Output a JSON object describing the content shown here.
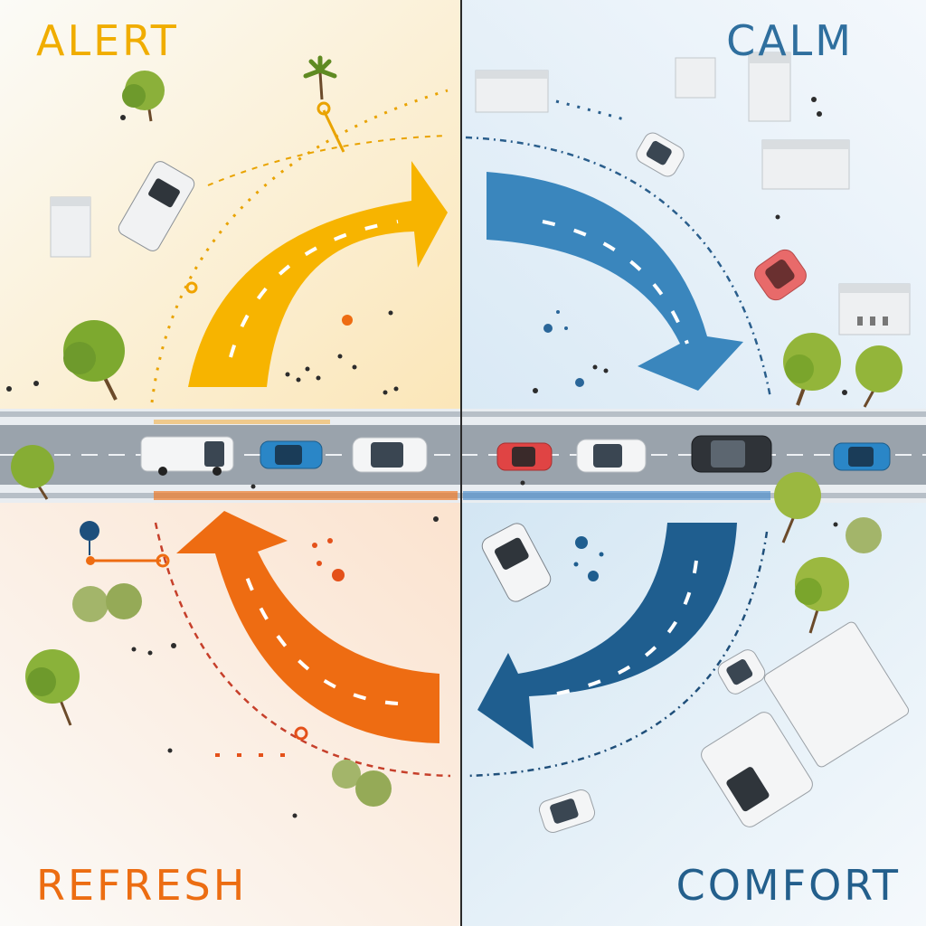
{
  "quadrants": [
    {
      "key": "alert",
      "label": "ALERT",
      "color": "#f0ad00"
    },
    {
      "key": "calm",
      "label": "CALM",
      "color": "#2f6f9e"
    },
    {
      "key": "refresh",
      "label": "REFRESH",
      "color": "#ec6d12"
    },
    {
      "key": "comfort",
      "label": "COMFORT",
      "color": "#235f8c"
    }
  ],
  "palette": {
    "alert_arrow": "#f7b400",
    "calm_arrow": "#3a86bd",
    "refresh_arrow": "#ee6c12",
    "comfort_arrow": "#1f5e8f",
    "road": "#8f99a3",
    "divider": "#2a2a2a",
    "tree": "#6e9a2c"
  },
  "icons": [
    "tree-icon",
    "palm-tree-icon",
    "car-icon",
    "truck-icon",
    "building-icon",
    "pedestrian-icon",
    "marker-icon"
  ]
}
